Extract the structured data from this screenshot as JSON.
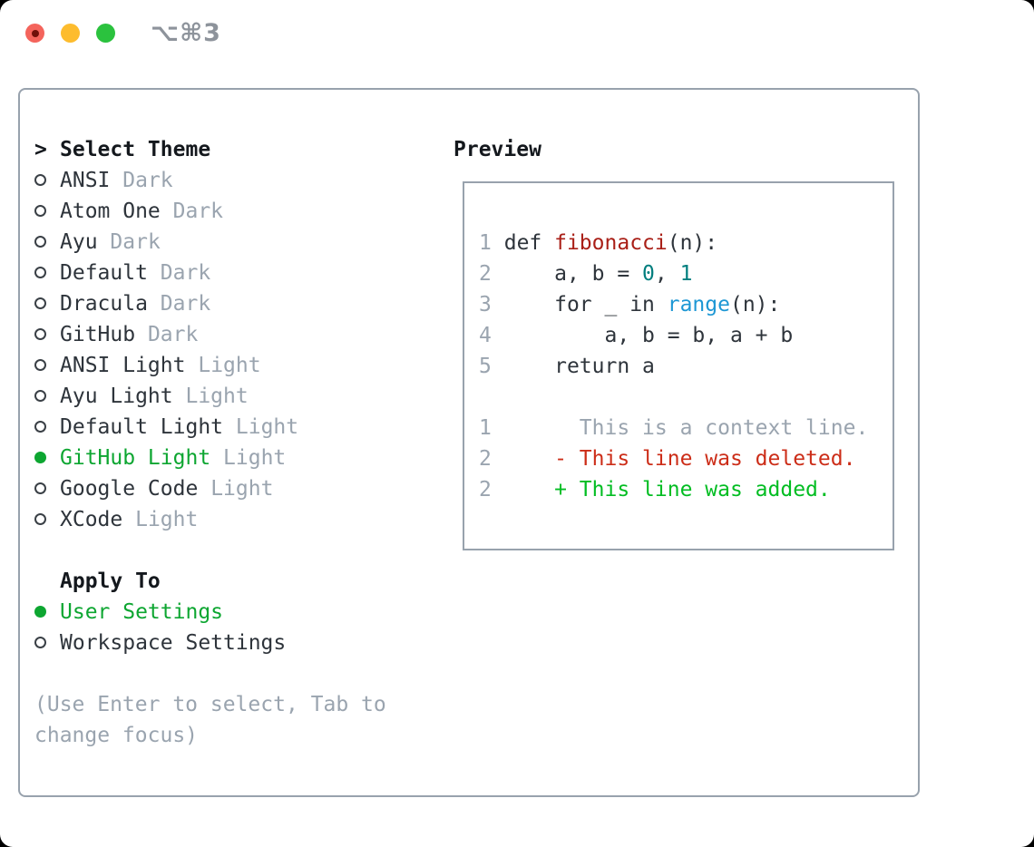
{
  "titlebar": {
    "shortcut": "⌥⌘3"
  },
  "theme_panel": {
    "header_prefix": ">",
    "header": "Select Theme",
    "themes": [
      {
        "name": "ANSI",
        "variant": "Dark",
        "selected": false
      },
      {
        "name": "Atom One",
        "variant": "Dark",
        "selected": false
      },
      {
        "name": "Ayu",
        "variant": "Dark",
        "selected": false
      },
      {
        "name": "Default",
        "variant": "Dark",
        "selected": false
      },
      {
        "name": "Dracula",
        "variant": "Dark",
        "selected": false
      },
      {
        "name": "GitHub",
        "variant": "Dark",
        "selected": false
      },
      {
        "name": "ANSI Light",
        "variant": "Light",
        "selected": false
      },
      {
        "name": "Ayu Light",
        "variant": "Light",
        "selected": false
      },
      {
        "name": "Default Light",
        "variant": "Light",
        "selected": false
      },
      {
        "name": "GitHub Light",
        "variant": "Light",
        "selected": true
      },
      {
        "name": "Google Code",
        "variant": "Light",
        "selected": false
      },
      {
        "name": "XCode",
        "variant": "Light",
        "selected": false
      }
    ],
    "apply_to": {
      "header": "Apply To",
      "options": [
        {
          "label": "User Settings",
          "selected": true
        },
        {
          "label": "Workspace Settings",
          "selected": false
        }
      ]
    },
    "hint_lines": [
      "(Use Enter to select, Tab to",
      "change focus)"
    ]
  },
  "preview_panel": {
    "header": "Preview",
    "code_block": {
      "lines": [
        {
          "number": "1",
          "segments": [
            {
              "text": "def ",
              "style": "plain"
            },
            {
              "text": "fibonacci",
              "style": "function"
            },
            {
              "text": "(n):",
              "style": "plain"
            }
          ]
        },
        {
          "number": "2",
          "segments": [
            {
              "text": "    a, b = ",
              "style": "plain"
            },
            {
              "text": "0",
              "style": "number"
            },
            {
              "text": ", ",
              "style": "plain"
            },
            {
              "text": "1",
              "style": "number"
            }
          ]
        },
        {
          "number": "3",
          "segments": [
            {
              "text": "    for _ in ",
              "style": "plain"
            },
            {
              "text": "range",
              "style": "builtin"
            },
            {
              "text": "(n):",
              "style": "plain"
            }
          ]
        },
        {
          "number": "4",
          "segments": [
            {
              "text": "        a, b = b, a + b",
              "style": "plain"
            }
          ]
        },
        {
          "number": "5",
          "segments": [
            {
              "text": "    return a",
              "style": "plain"
            }
          ]
        }
      ]
    },
    "diff_block": {
      "lines": [
        {
          "number": "1",
          "segments": [
            {
              "text": "      This is a context line.",
              "style": "context"
            }
          ]
        },
        {
          "number": "2",
          "segments": [
            {
              "text": "    - This line was deleted.",
              "style": "deleted"
            }
          ]
        },
        {
          "number": "2",
          "segments": [
            {
              "text": "    + This line was added.",
              "style": "added"
            }
          ]
        }
      ]
    }
  },
  "colors": {
    "text-black": "#14181d",
    "text-dark": "#2e343b",
    "text-muted": "#9aa4af",
    "border-gray": "#98a2ad",
    "green-selected": "#0da631",
    "green-added": "#02bd22",
    "red-deleted": "#cc2d18",
    "red-function": "#a91f17",
    "teal-number": "#007e7e",
    "blue-builtin": "#1d97d4",
    "traffic-red": "#f4645c",
    "traffic-red-dot": "#70100a",
    "traffic-yellow": "#fdbc2e",
    "traffic-green": "#2bc23e",
    "title-gray": "#8d939b"
  }
}
